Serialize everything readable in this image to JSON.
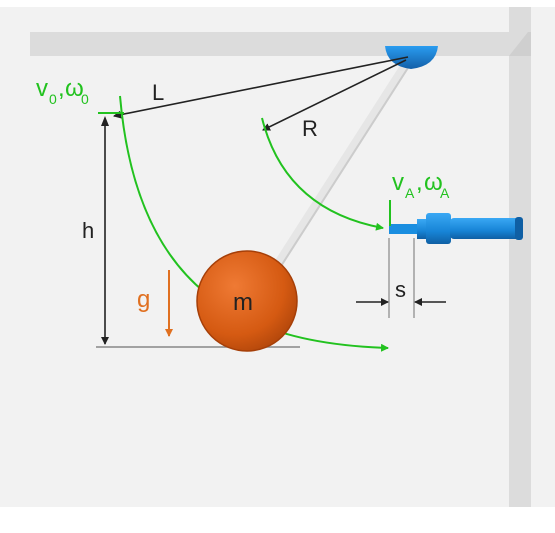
{
  "labels": {
    "L": "L",
    "R": "R",
    "h": "h",
    "g": "g",
    "m": "m",
    "s": "s",
    "v0": "v",
    "v0_sub": "0",
    "comma0": ",",
    "w0": "ω",
    "w0_sub": "0",
    "vA": "v",
    "vA_sub": "A",
    "commaA": ",",
    "wA": "ω",
    "wA_sub": "A"
  },
  "colors": {
    "background": "#f2f2f2",
    "support": "#dcdcdc",
    "pivot": "#1f88d8",
    "motion_green": "#22c21f",
    "gravity_orange": "#e07020",
    "mass_fill": "#d85a10",
    "mass_edge": "#a63f08",
    "rod": "#e4e4e4",
    "sensor": "#1a8ee0",
    "dimension_black": "#222222"
  },
  "icons": {
    "pivot": "pivot-mount-icon",
    "sensor": "speed-sensor-icon"
  }
}
